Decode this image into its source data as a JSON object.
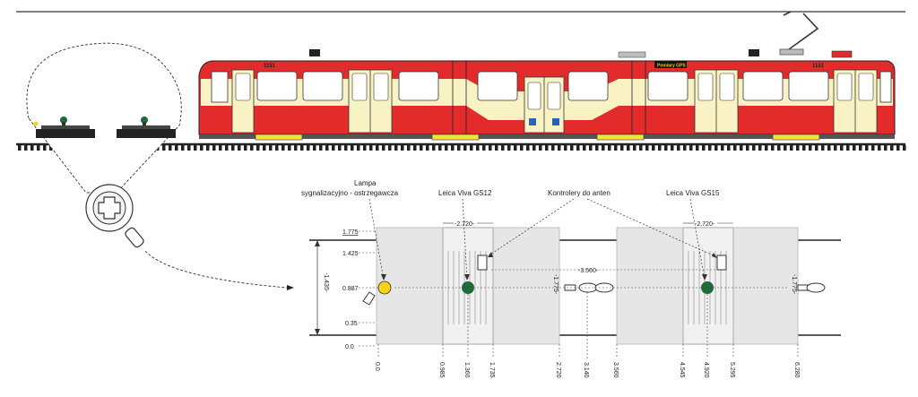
{
  "tram": {
    "fleet_number_front": "1151",
    "fleet_number_rear": "1151",
    "destination_display": "Pomiary GPS",
    "colors": {
      "body": "#e32b2c",
      "stripe": "#f8f2c4",
      "bogie": "#f3e23a",
      "roof": "#bdbdbd"
    }
  },
  "labels": {
    "lamp": [
      "Lampa",
      "sygnalizacyjno - ostrzegawcza"
    ],
    "gs12": "Leica Viva GS12",
    "controllers": "Kontrolery do anten",
    "gs15": "Leica Viva GS15"
  },
  "dimensions": {
    "y_ticks": [
      "1.775",
      "1.425",
      "0.887",
      "0.35",
      "0.0"
    ],
    "gauge": "-1.435-",
    "span_left": "-2.720-",
    "span_right": "-2.720-",
    "span_middle": "-3.560-",
    "width_a": "-1.775-",
    "width_b": "-1.775-",
    "x_ticks": [
      "0.0",
      "0.985",
      "1.360",
      "1.735",
      "2.720",
      "3.140",
      "3.560",
      "4.545",
      "4.920",
      "5.295",
      "6.280"
    ]
  },
  "markers": {
    "lamp_color": "#f6d21c",
    "antenna_color": "#1f6b3a"
  }
}
